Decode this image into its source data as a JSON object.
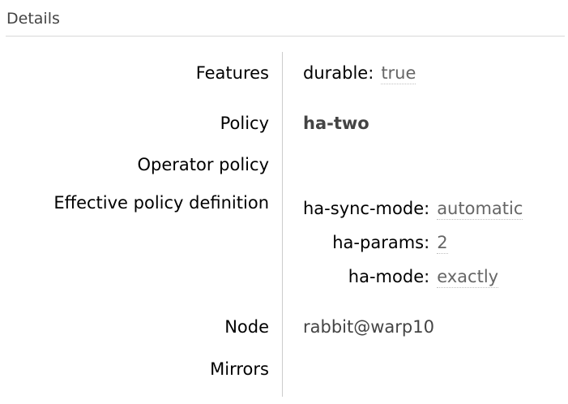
{
  "section": {
    "title": "Details"
  },
  "rows": {
    "features": {
      "label": "Features",
      "pairs": [
        {
          "key": "durable:",
          "value": "true"
        }
      ]
    },
    "policy": {
      "label": "Policy",
      "value": "ha-two"
    },
    "operator_policy": {
      "label": "Operator policy",
      "value": ""
    },
    "effective_policy_definition": {
      "label": "Effective policy definition",
      "pairs": [
        {
          "key": "ha-sync-mode:",
          "value": "automatic"
        },
        {
          "key": "ha-params:",
          "value": "2"
        },
        {
          "key": "ha-mode:",
          "value": "exactly"
        }
      ]
    },
    "node": {
      "label": "Node",
      "value": "rabbit@warp10"
    },
    "mirrors": {
      "label": "Mirrors",
      "value": ""
    }
  },
  "colors": {
    "title": "#444444",
    "label": "#000000",
    "muted_value": "#666666",
    "emphasis_value": "#444444",
    "divider": "#cccccc",
    "dotted_underline": "#bfbfbf"
  }
}
